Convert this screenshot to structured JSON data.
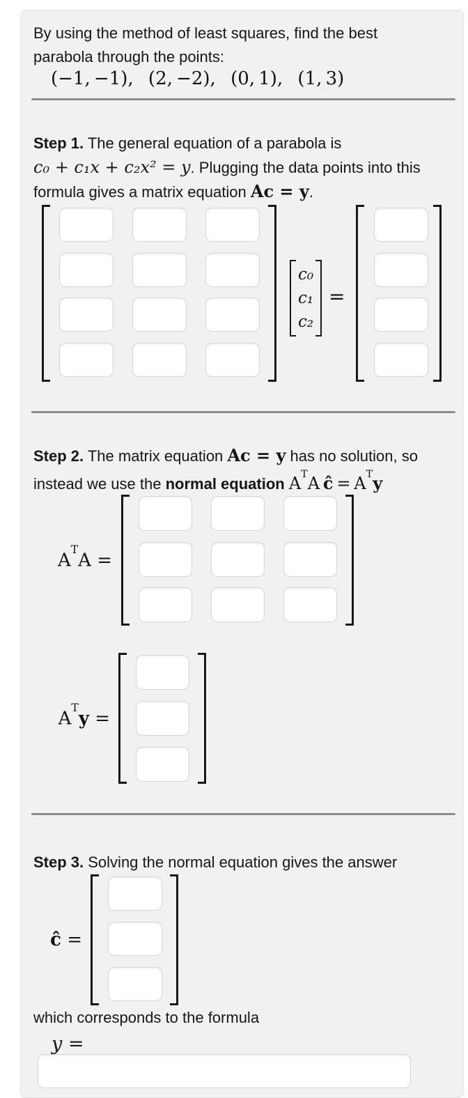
{
  "problem": {
    "statement": "By using the method of least squares, find the best parabola through the points:",
    "points": "(−1, −1),  (2, −2),  (0, 1),  (1, 3)"
  },
  "step1": {
    "label": "Step 1.",
    "text_a": " The general equation of a parabola is",
    "math_parabola": "c₀ + c₁x + c₂x² = y",
    "text_b": ". Plugging the data points into this",
    "text_c": "formula gives a matrix equation ",
    "math_Acy": "Ac = y",
    "period": ".",
    "c_vector_entries": [
      "c₀",
      "c₁",
      "c₂"
    ],
    "equals": "="
  },
  "step2": {
    "label": "Step 2.",
    "text_a": " The matrix equation ",
    "math_Acy": "Ac = y",
    "text_b": " has no solution, so",
    "text_c": "instead we use the ",
    "bold_phrase": "normal equation",
    "space": " ",
    "normal_eq": {
      "A1": "A",
      "T1": "T",
      "A2": "A",
      "chat": " ĉ ",
      "eq": "= ",
      "A3": "A",
      "T2": "T",
      "y": "y"
    },
    "ata_label": {
      "A1": "A",
      "T": "T",
      "A2": "A",
      "eq": " ="
    },
    "aty_label": {
      "A": "A",
      "T": "T",
      "y": "y",
      "eq": " ="
    }
  },
  "step3": {
    "label": "Step 3.",
    "text_a": " Solving the normal equation gives the answer",
    "chat_label": {
      "c": "ĉ",
      "eq": " ="
    },
    "text_b": "which corresponds to the formula",
    "y_label": {
      "y": "y",
      "eq": " ="
    }
  }
}
